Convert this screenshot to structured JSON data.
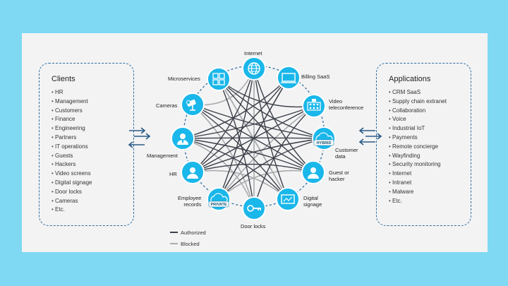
{
  "clients": {
    "title": "Clients",
    "items": [
      "HR",
      "Management",
      "Customers",
      "Finance",
      "Engineering",
      "Partners",
      "IT operations",
      "Guests",
      "Hackers",
      "Video screens",
      "Digital signage",
      "Door locks",
      "Cameras",
      "Etc."
    ]
  },
  "applications": {
    "title": "Applications",
    "items": [
      "CRM SaaS",
      "Supply chain extranet",
      "Collaboration",
      "Voice",
      "Industrial IoT",
      "Payments",
      "Remote concierge",
      "Wayfinding",
      "Security monitoring",
      "Internet",
      "Intranet",
      "Malware",
      "Etc."
    ]
  },
  "nodes": {
    "internet": "Internet",
    "billing": "Billing SaaS",
    "video_line1": "Video",
    "video_line2": "teleconference",
    "customer_line1": "Customer",
    "customer_line2": "data",
    "guest_line1": "Guest or",
    "guest_line2": "hacker",
    "signage_line1": "Digital",
    "signage_line2": "signage",
    "doorlocks": "Door locks",
    "employee_line1": "Employee",
    "employee_line2": "records",
    "hr": "HR",
    "management": "Management",
    "cameras": "Cameras",
    "microservices": "Microservices"
  },
  "badges": {
    "hybrid": "HYBRID",
    "private": "PRIVATE"
  },
  "legend": {
    "authorized": "Authorized",
    "blocked": "Blocked"
  },
  "colors": {
    "node_fill": "#1ab7ea",
    "authorized_line": "#3c4048",
    "blocked_line": "#a9abae",
    "panel_border": "#2f6d9c",
    "arrow": "#2a5b86"
  }
}
